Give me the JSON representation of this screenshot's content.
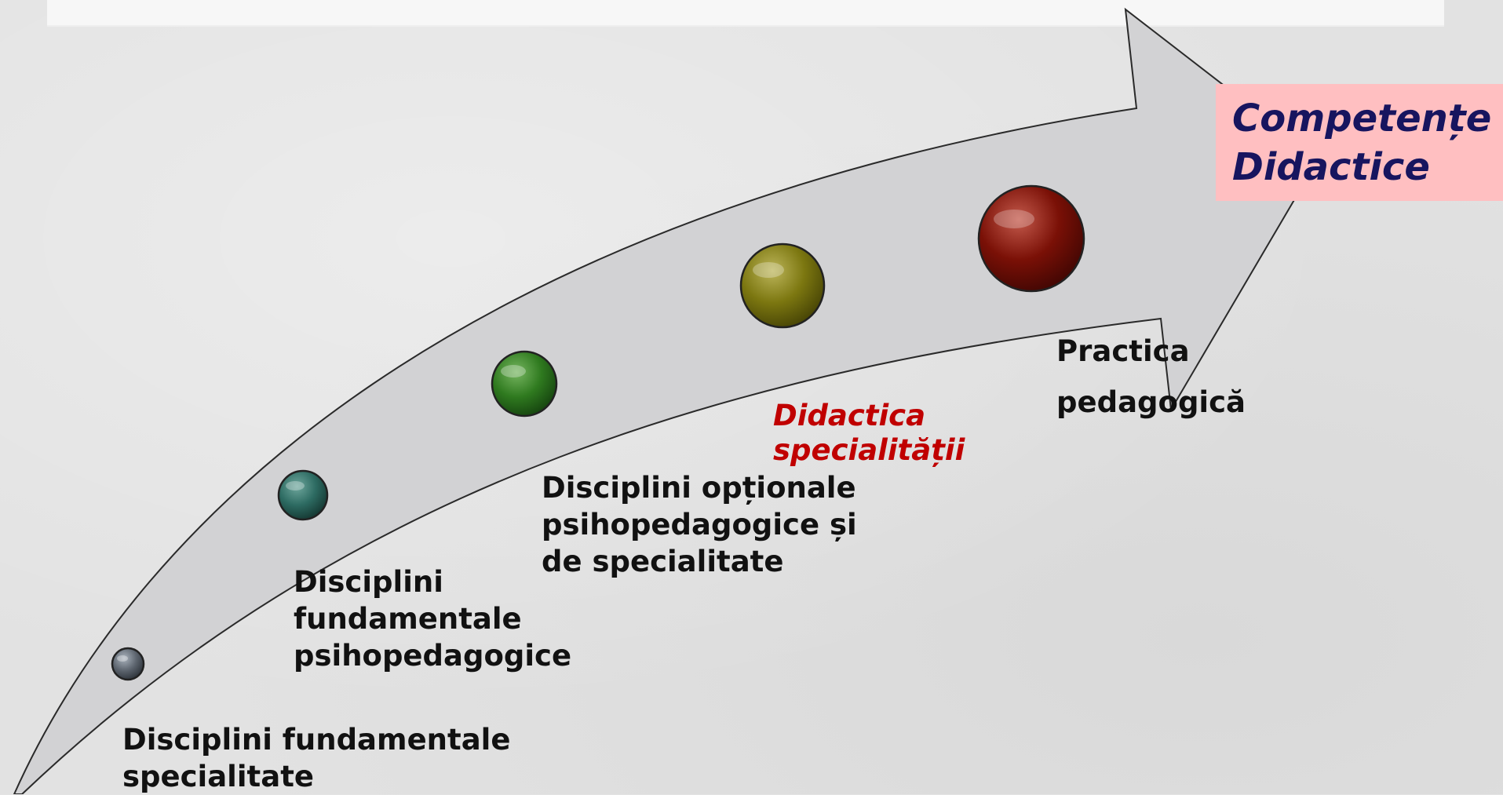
{
  "steps": [
    {
      "label_lines": [
        "Disciplini fundamentale",
        "specialitate"
      ],
      "color": "#5e6670",
      "highlight": false
    },
    {
      "label_lines": [
        "Disciplini",
        "fundamentale",
        "psihopedagogice"
      ],
      "color": "#2d6b62",
      "highlight": false
    },
    {
      "label_lines": [
        "Disciplini opționale",
        "psihopedagogice și",
        "de specialitate"
      ],
      "color": "#2f7a1f",
      "highlight": false
    },
    {
      "label_lines": [
        "Didactica",
        "specialității"
      ],
      "color": "#7c7710",
      "highlight": true
    },
    {
      "label_lines": [
        "Practica",
        "pedagogică"
      ],
      "color": "#7a1006",
      "highlight": false
    }
  ],
  "goal": {
    "lines": [
      "Competențe",
      "Didactice"
    ]
  },
  "colors": {
    "arrow_fill": "#d2d2d4",
    "highlight_text": "#c00000",
    "goal_box": "#ffbfc1",
    "goal_text": "#17155f"
  }
}
